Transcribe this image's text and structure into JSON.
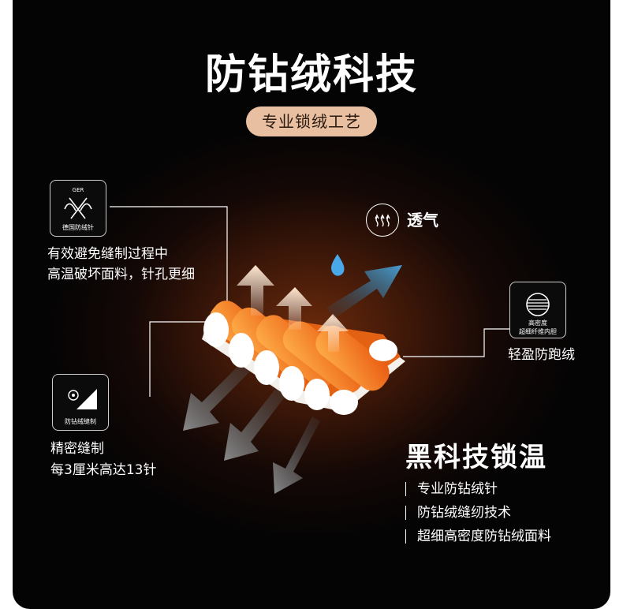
{
  "title": "防钻绒科技",
  "subtitle": "专业锁绒工艺",
  "breathable_label": "透气",
  "badge_needle": {
    "top": "GER",
    "caption": "德国防绒针"
  },
  "needle_desc": [
    "有效避免缝制过程中",
    "高温破坏面料，针孔更细"
  ],
  "badge_stitch": {
    "caption": "防钻绒缝制"
  },
  "stitch_desc": [
    "精密缝制",
    "每3厘米高达13针"
  ],
  "badge_fiber": {
    "caption1": "高密度",
    "caption2": "超细纤维内胆"
  },
  "fiber_desc": "轻盈防跑绒",
  "feature": {
    "title": "黑科技锁温",
    "items": [
      "专业防钻绒针",
      "防钻绒缝纫技术",
      "超细高密度防钻绒面料"
    ]
  },
  "colors": {
    "accent": "#e8bfa0",
    "arrow_blue": "#4a9ed0",
    "orange": "#f07a1a"
  }
}
